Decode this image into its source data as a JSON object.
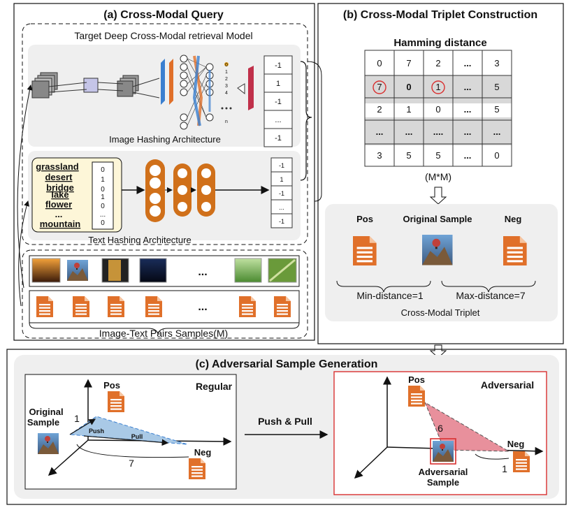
{
  "panel_a": {
    "title": "(a) Cross-Modal Query",
    "model_title": "Target Deep Cross-Modal retrieval Model",
    "image_arch_label": "Image Hashing Architecture",
    "text_arch_label": "Text Hashing Architecture",
    "pairs_label": "Image-Text Pairs Samples(M)",
    "image_code": [
      "-1",
      "1",
      "-1",
      "...",
      "-1"
    ],
    "text_code": [
      "-1",
      "1",
      "-1",
      "...",
      "-1"
    ],
    "node_labels": [
      "0",
      "1",
      "2",
      "3",
      "4",
      "n"
    ],
    "words": [
      "grassland",
      "desert",
      "bridge",
      "lake",
      "flower",
      "...",
      "mountain"
    ],
    "bits": [
      "0",
      "1",
      "0",
      "1",
      "0",
      "...",
      "0"
    ],
    "ellipsis": "..."
  },
  "panel_b": {
    "title": "(b) Cross-Modal Triplet Construction",
    "matrix_title": "Hamming distance",
    "matrix": [
      [
        "0",
        "7",
        "2",
        "...",
        "3"
      ],
      [
        "7",
        "0",
        "1",
        "...",
        "5"
      ],
      [
        "2",
        "1",
        "0",
        "...",
        "5"
      ],
      [
        "...",
        "...",
        "....",
        "...",
        "..."
      ],
      [
        "3",
        "5",
        "5",
        "...",
        "0"
      ]
    ],
    "matrix_size": "(M*M)",
    "pos_label": "Pos",
    "orig_label": "Original Sample",
    "neg_label": "Neg",
    "min_label": "Min-distance=1",
    "max_label": "Max-distance=7",
    "triplet_label": "Cross-Modal Triplet"
  },
  "panel_c": {
    "title": "(c) Adversarial Sample Generation",
    "regular_label": "Regular",
    "adversarial_label": "Adversarial",
    "pos_label": "Pos",
    "neg_label": "Neg",
    "orig_label_1": "Original",
    "orig_label_2": "Sample",
    "push_label": "Push",
    "pull_label": "Pull",
    "dist_1": "1",
    "dist_7": "7",
    "dist_6": "6",
    "dist_1b": "1",
    "push_pull_label": "Push & Pull",
    "adv_label_1": "Adversarial",
    "adv_label_2": "Sample"
  },
  "colors": {
    "doc": "#e0702a",
    "highlight": "#d93030",
    "pink": "#e8909c",
    "blue": "#a9c9e6",
    "red_box": "#d93030"
  },
  "icons": [
    "document-icon",
    "image-thumbnail",
    "conv-layer-icon",
    "neuron-icon"
  ]
}
